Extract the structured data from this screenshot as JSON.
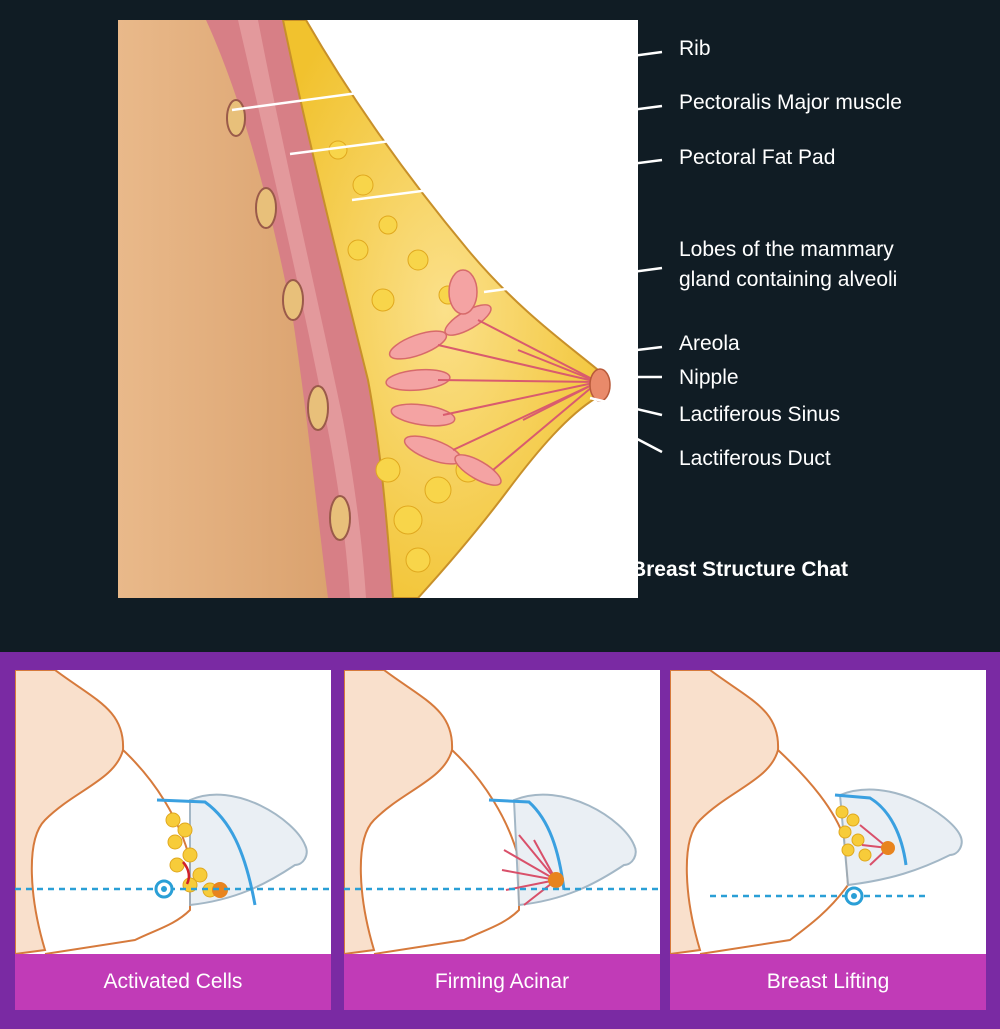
{
  "labels": {
    "rib": "Rib",
    "pectoralis": "Pectoralis Major muscle",
    "fat_pad": "Pectoral Fat Pad",
    "lobes_line1": "Lobes of the mammary",
    "lobes_line2": "gland containing alveoli",
    "areola": "Areola",
    "nipple": "Nipple",
    "sinus": "Lactiferous Sinus",
    "duct": "Lactiferous Duct"
  },
  "caption": "----Breast Structure Chat",
  "panels": [
    {
      "label": "Activated Cells"
    },
    {
      "label": "Firming Acinar"
    },
    {
      "label": "Breast Lifting"
    }
  ],
  "colors": {
    "background": "#101c24",
    "band": "#7a2aa3",
    "label_bar": "#c13bb7",
    "skin": "#f6d4b3",
    "muscle": "#d77f86",
    "fat": "#f5c93a"
  }
}
